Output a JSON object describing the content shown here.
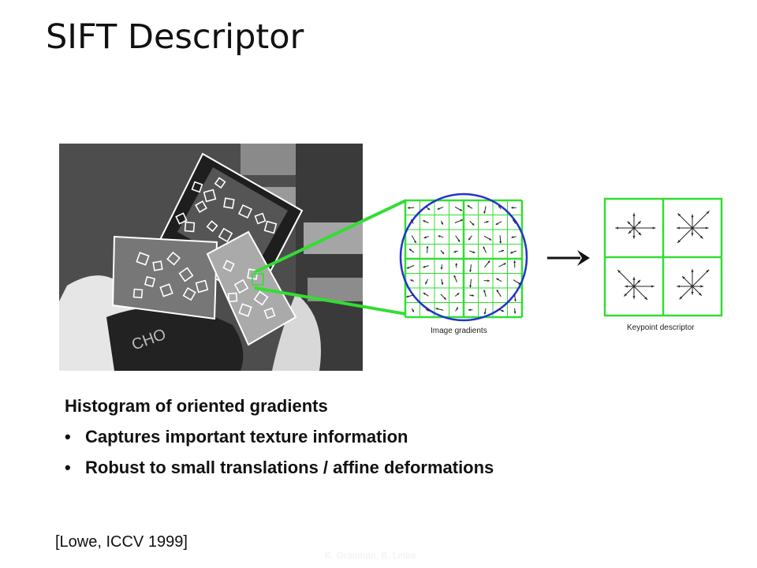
{
  "slide": {
    "title": "SIFT Descriptor",
    "figure": {
      "gradients_caption": "Image gradients",
      "descriptor_caption": "Keypoint descriptor"
    },
    "heading": "Histogram of oriented gradients",
    "bullets": [
      "Captures important texture information",
      "Robust to small translations / affine deformations"
    ],
    "citation": "[Lowe, ICCV 1999]",
    "credit": "K. Grauman, B. Leibe"
  },
  "colors": {
    "grid": "#33dd33",
    "circle": "#2233cc",
    "arrow": "#222222"
  }
}
